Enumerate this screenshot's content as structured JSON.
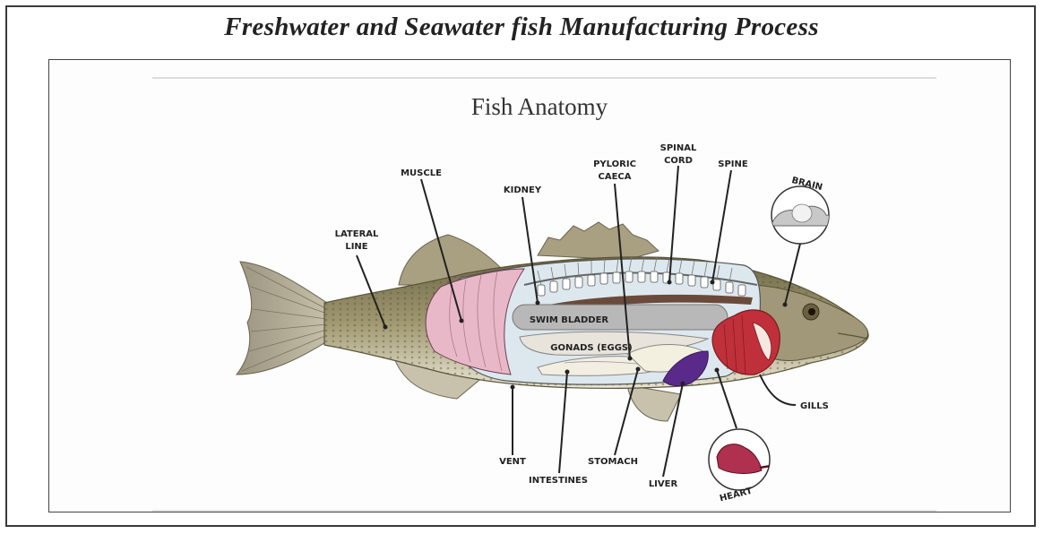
{
  "page": {
    "title": "Freshwater and Seawater fish Manufacturing Process"
  },
  "diagram": {
    "title": "Fish Anatomy",
    "organ_labels": {
      "swim_bladder": "SWIM BLADDER",
      "gonads": "GONADS (EGGS)"
    },
    "callouts": {
      "muscle": [
        "MUSCLE"
      ],
      "lateral_line": [
        "LATERAL",
        "LINE"
      ],
      "kidney": [
        "KIDNEY"
      ],
      "pyloric_caeca": [
        "PYLORIC",
        "CAECA"
      ],
      "spinal_cord": [
        "SPINAL",
        "CORD"
      ],
      "spine": [
        "SPINE"
      ],
      "brain": [
        "BRAIN"
      ],
      "gills": [
        "GILLS"
      ],
      "vent": [
        "VENT"
      ],
      "intestines": [
        "INTESTINES"
      ],
      "stomach": [
        "STOMACH"
      ],
      "liver": [
        "LIVER"
      ],
      "heart": [
        "HEART"
      ]
    },
    "colors": {
      "body": "#8e8460",
      "belly": "#e4e0cc",
      "muscle": "#e8b8c8",
      "cavity": "#dde8ee",
      "swim_bladder": "#b8b8b8",
      "gills": "#c0303a",
      "liver": "#5a2a8a",
      "heart": "#b03050"
    }
  }
}
